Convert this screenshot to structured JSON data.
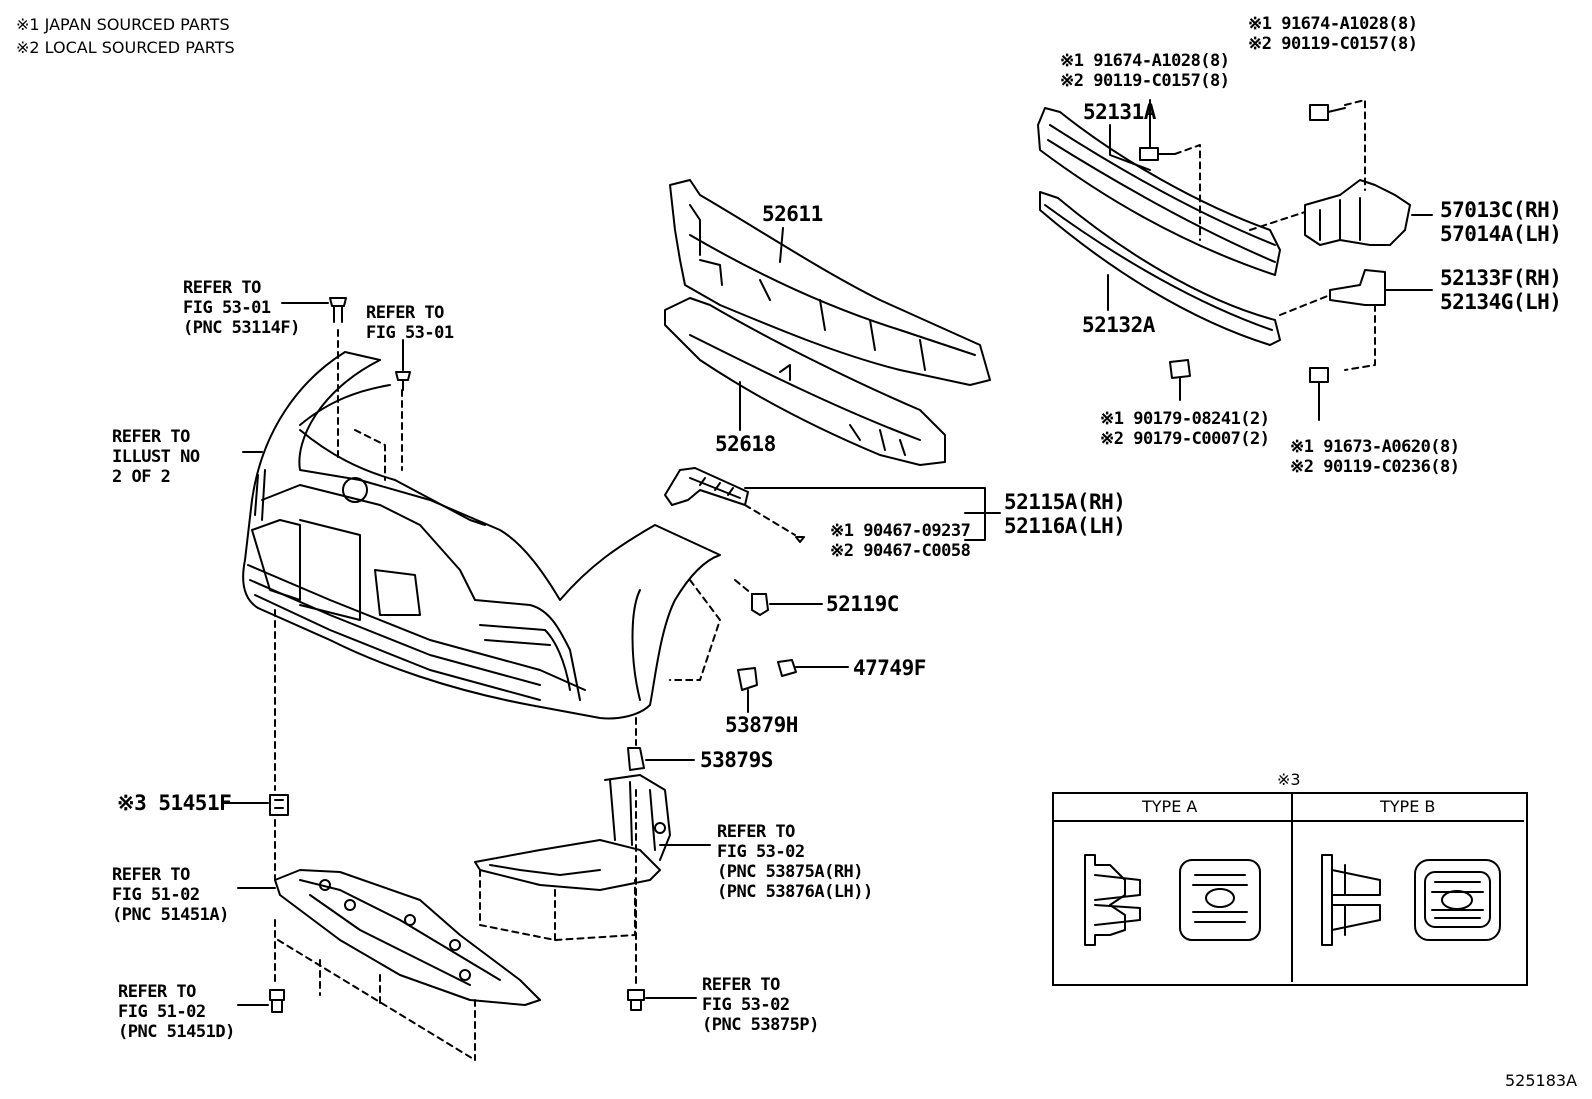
{
  "notes": {
    "japan": "※1 JAPAN SOURCED PARTS",
    "local": "※2 LOCAL SOURCED PARTS"
  },
  "refer": {
    "fig5301_pnc53114f": [
      "REFER TO",
      "FIG 53-01",
      "(PNC 53114F)"
    ],
    "fig5301": [
      "REFER TO",
      "FIG 53-01"
    ],
    "illust": [
      "REFER TO",
      "ILLUST NO",
      "2 OF 2"
    ],
    "fig5302_pnc53875a": [
      "REFER TO",
      "FIG 53-02",
      "(PNC 53875A(RH)",
      "(PNC 53876A(LH))"
    ],
    "fig5102_pnc51451a": [
      "REFER TO",
      "FIG 51-02",
      "(PNC 51451A)"
    ],
    "fig5102_pnc51451d": [
      "REFER TO",
      "FIG 51-02",
      "(PNC 51451D)"
    ],
    "fig5302_pnc53875p": [
      "REFER TO",
      "FIG 53-02",
      "(PNC 53875P)"
    ]
  },
  "parts": {
    "p52611": "52611",
    "p52618": "52618",
    "p52131a": "52131A",
    "p52132a": "52132A",
    "p57013c": "57013C(RH)",
    "p57014a": "57014A(LH)",
    "p52133f": "52133F(RH)",
    "p52134g": "52134G(LH)",
    "p52115a": "52115A(RH)",
    "p52116a": "52116A(LH)",
    "p52119c": "52119C",
    "p47749f": "47749F",
    "p53879h": "53879H",
    "p53879s": "53879S",
    "p51451f": "※3 51451F"
  },
  "fasteners": {
    "bolt_top_right": [
      "※1 91674-A1028(8)",
      "※2 90119-C0157(8)"
    ],
    "bolt_top_mid": [
      "※1 91674-A1028(8)",
      "※2 90119-C0157(8)"
    ],
    "nut": [
      "※1 90179-08241(2)",
      "※2 90179-C0007(2)"
    ],
    "bolt_lower": [
      "※1 91673-A0620(8)",
      "※2 90119-C0236(8)"
    ],
    "screw": [
      "※1 90467-09237",
      "※2 90467-C0058"
    ]
  },
  "type_table": {
    "marker": "※3",
    "type_a": "TYPE A",
    "type_b": "TYPE B"
  },
  "illustration_id": "525183A"
}
